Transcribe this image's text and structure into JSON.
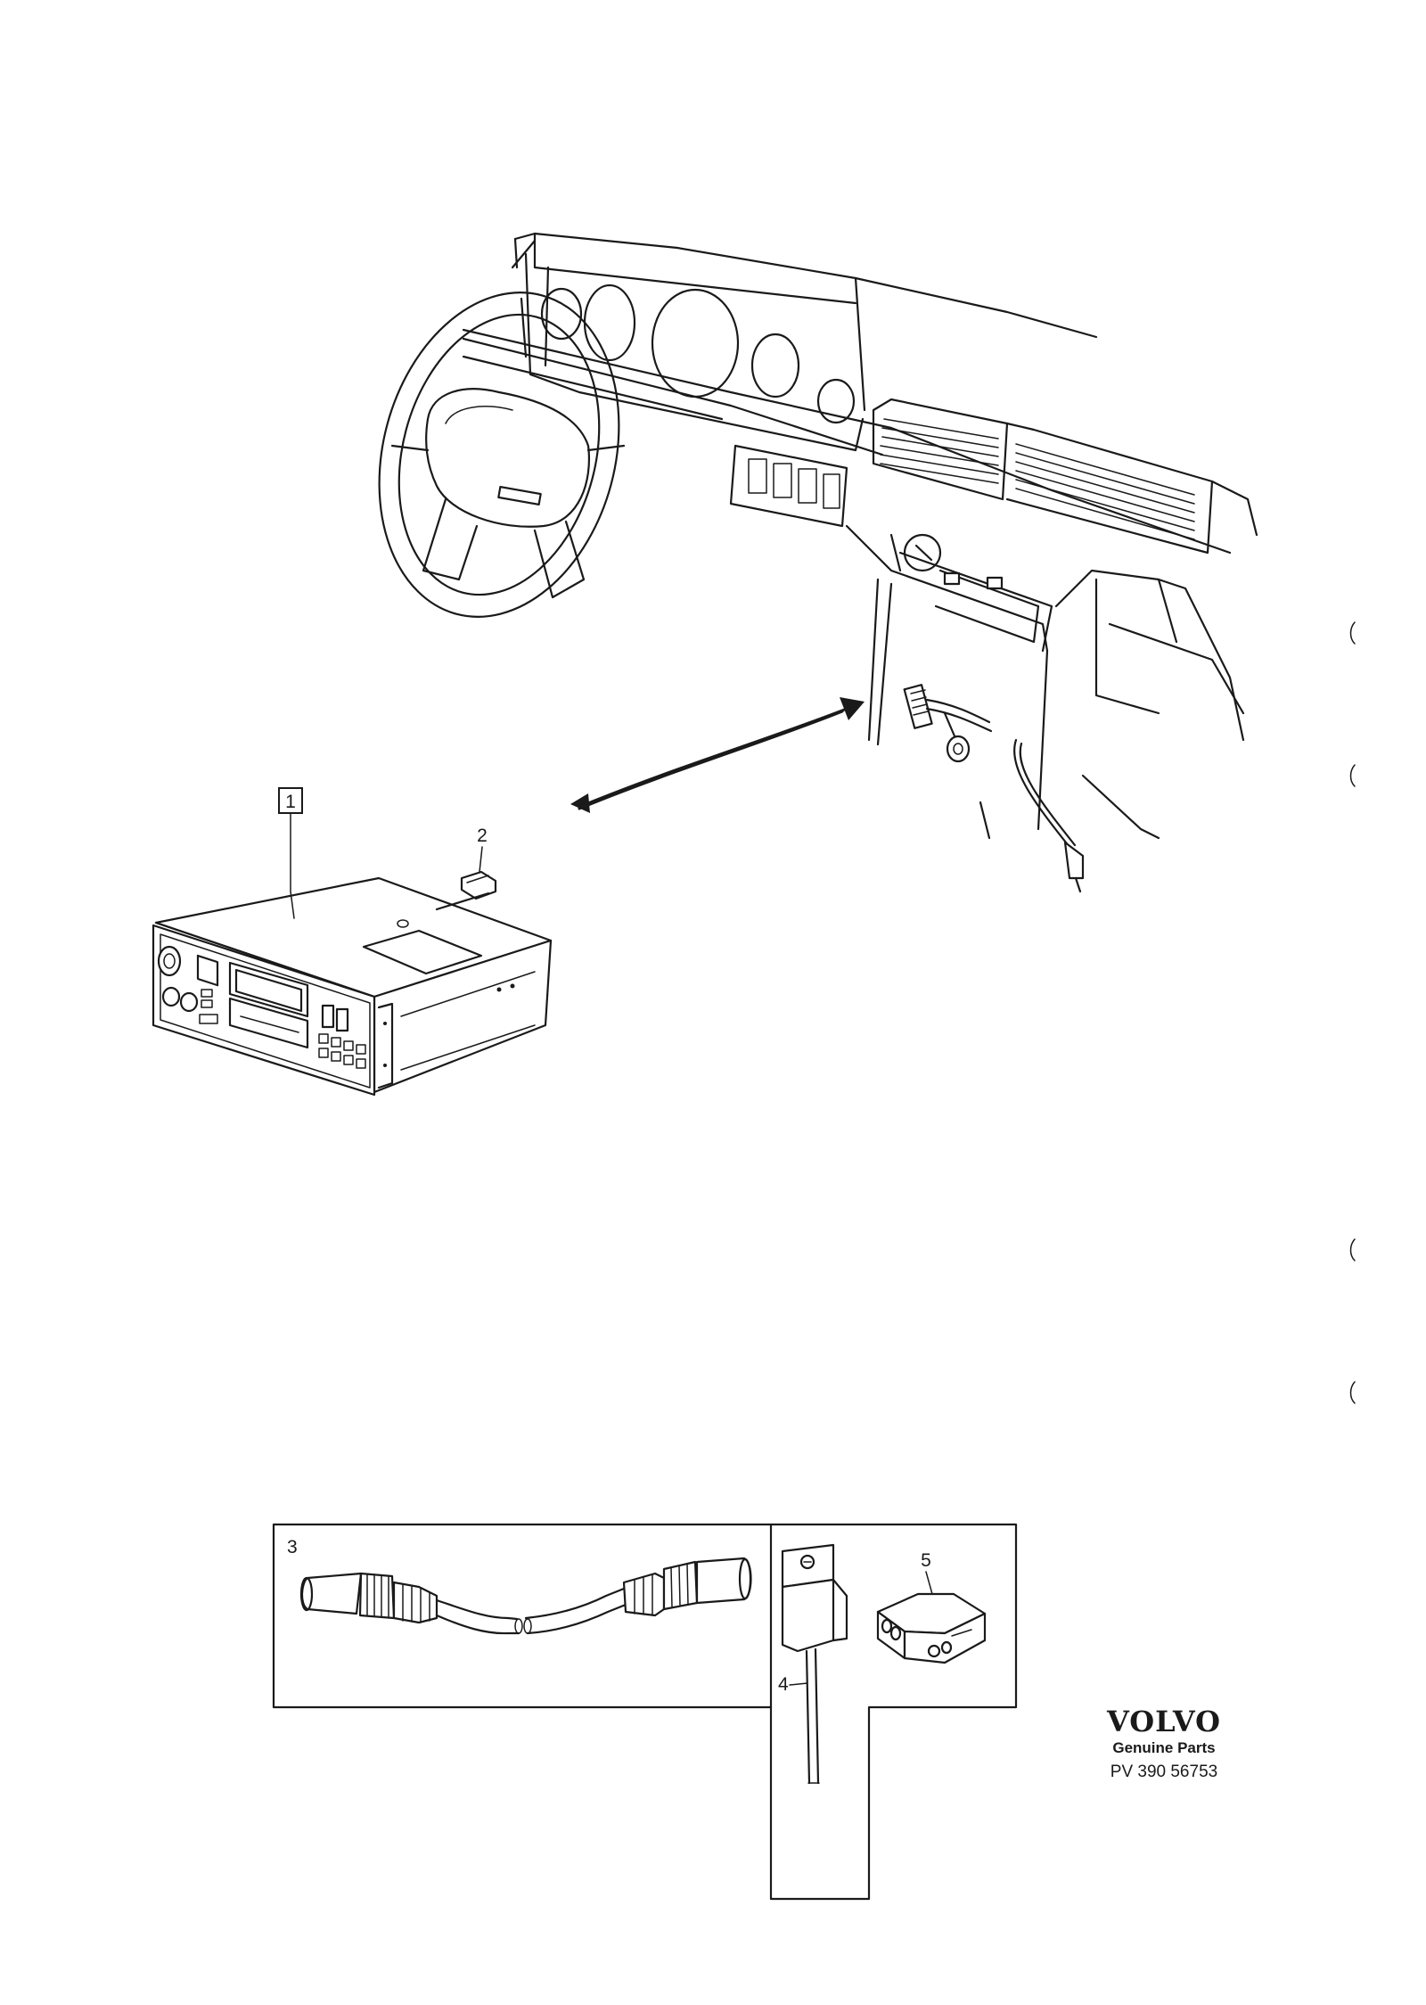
{
  "callouts": {
    "item_1": "1",
    "item_2": "2",
    "item_3": "3",
    "item_4": "4",
    "item_5": "5"
  },
  "brand": {
    "logo": "VOLVO",
    "tagline": "Genuine Parts",
    "part_code": "PV 390 56753"
  },
  "colors": {
    "line": "#1a1a1a",
    "background": "#ffffff"
  }
}
